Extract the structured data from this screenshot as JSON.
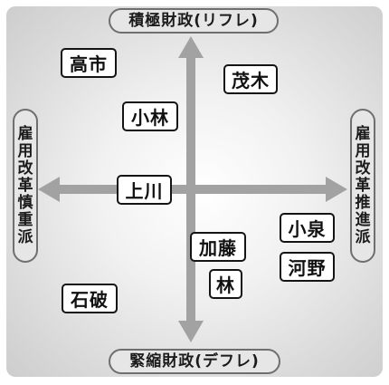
{
  "axes": {
    "top": "積極財政(リフレ)",
    "bottom": "緊縮財政(デフレ)",
    "left": "雇用改革慎重派",
    "right": "雇用改革推進派"
  },
  "names": {
    "takaichi": "高市",
    "motegi": "茂木",
    "kobayashi": "小林",
    "kamikawa": "上川",
    "koizumi": "小泉",
    "kato": "加藤",
    "kono": "河野",
    "hayashi": "林",
    "ishiba": "石破"
  },
  "colors": {
    "arrow": "#a2a2a2",
    "box_border": "#141414",
    "label_border": "#6f6f6f"
  }
}
